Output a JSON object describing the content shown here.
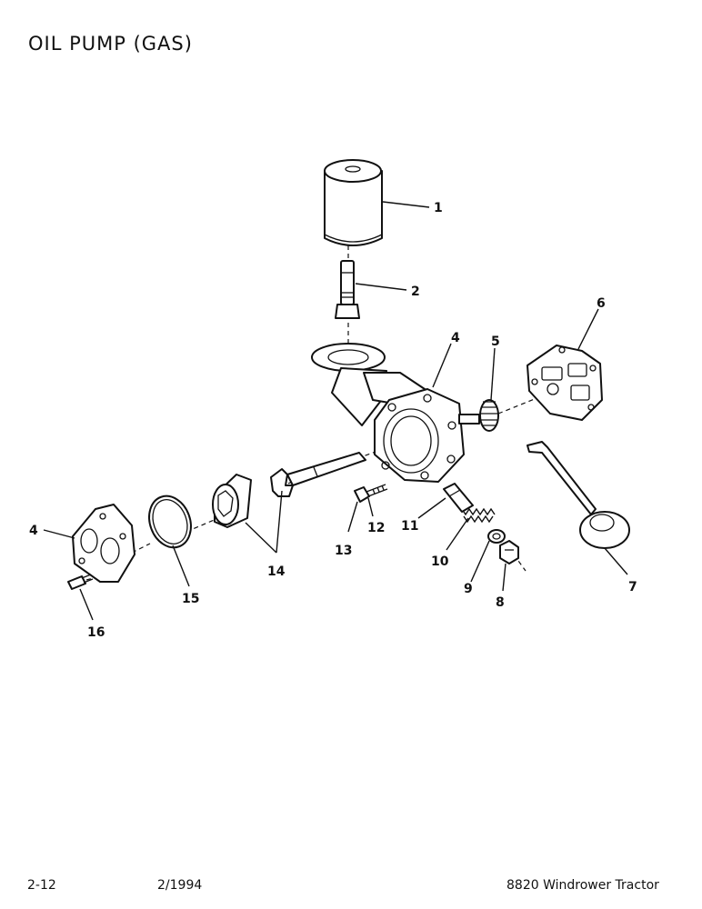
{
  "title": "OIL PUMP (GAS)",
  "footer": {
    "page": "2-12",
    "date": "2/1994",
    "model": "8820 Windrower Tractor"
  },
  "callouts": [
    "1",
    "2",
    "4",
    "5",
    "6",
    "4",
    "7",
    "8",
    "9",
    "10",
    "11",
    "12",
    "13",
    "14",
    "15",
    "16"
  ]
}
